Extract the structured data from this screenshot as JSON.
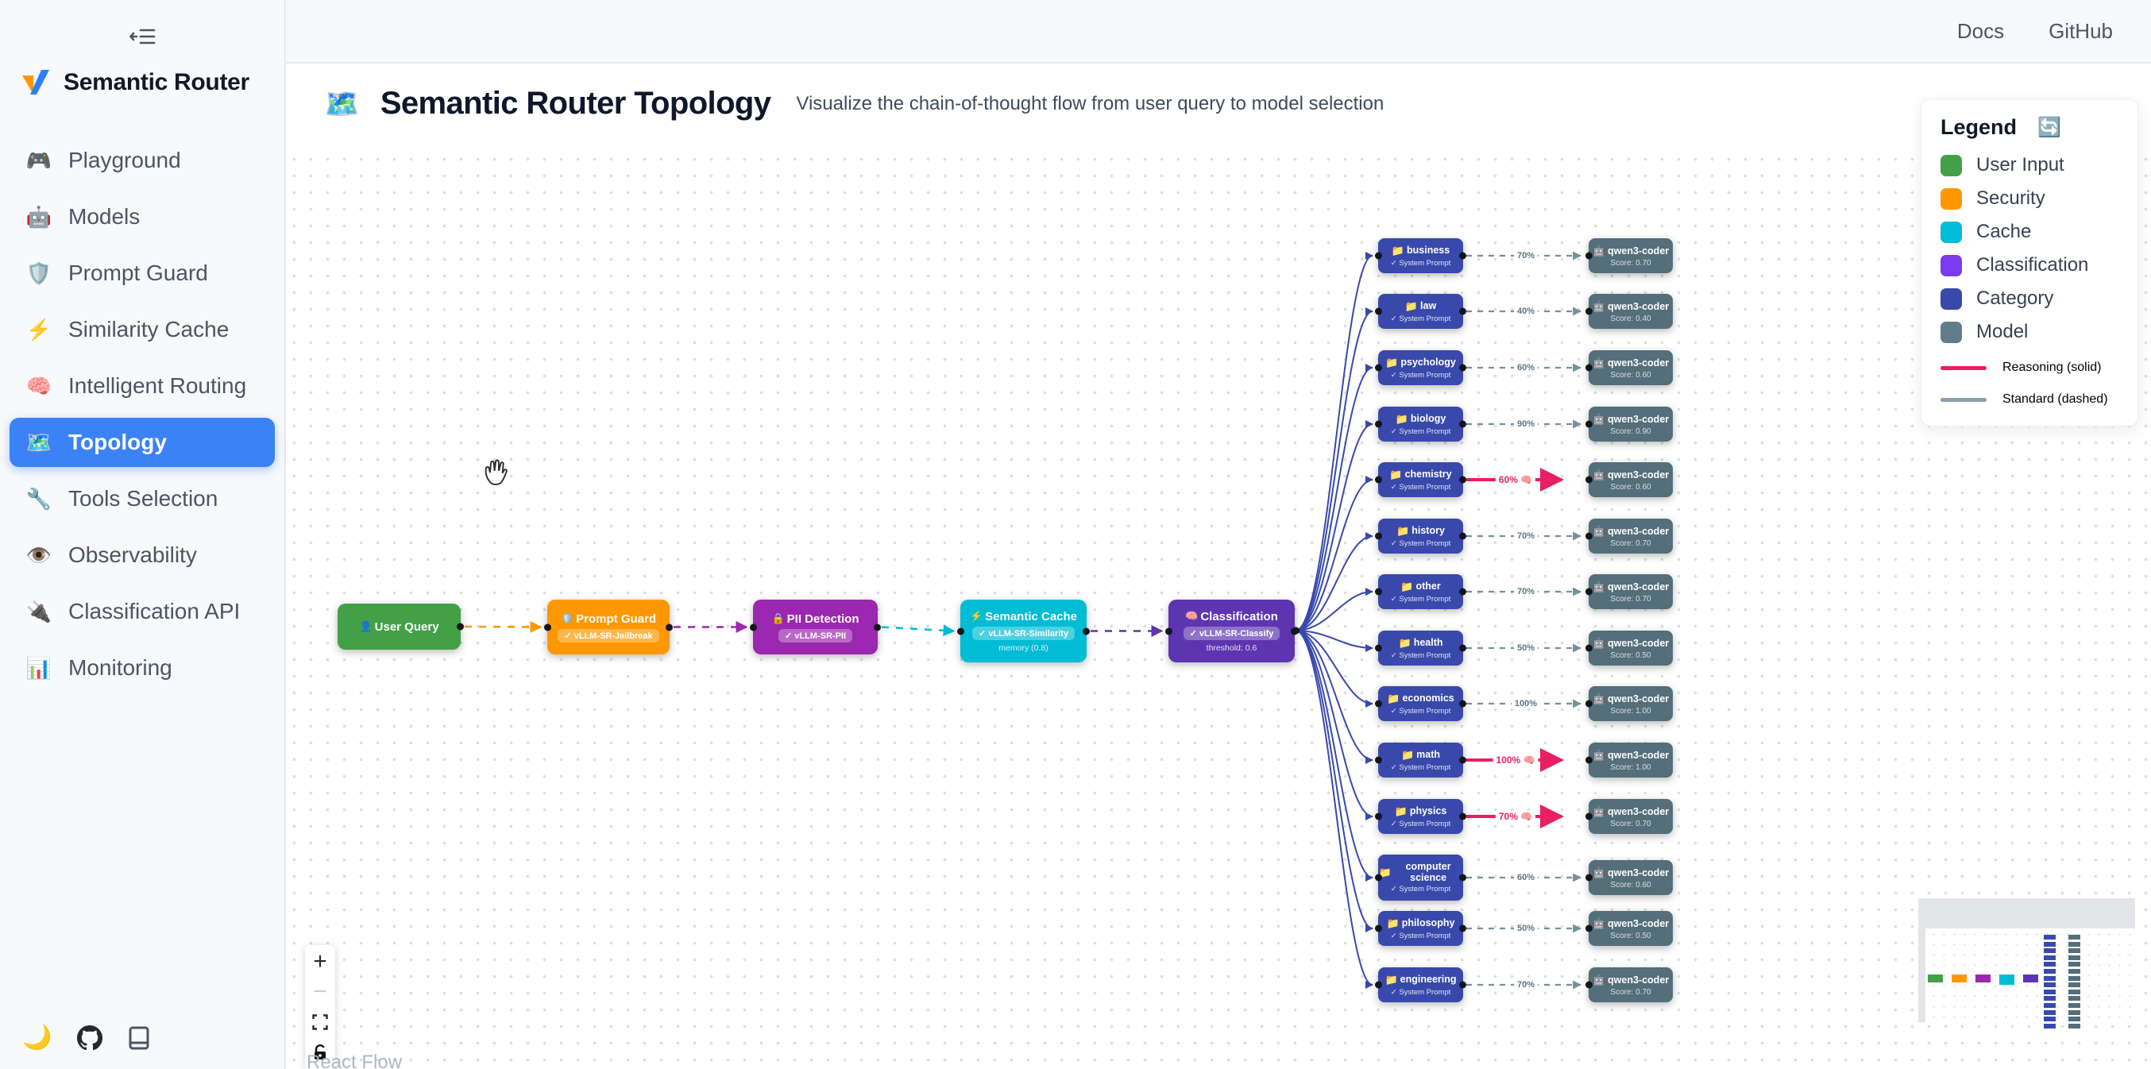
{
  "app": {
    "name": "Semantic Router"
  },
  "header": {
    "links": [
      "Docs",
      "GitHub"
    ]
  },
  "sidebar": {
    "items": [
      {
        "icon": "🎮",
        "label": "Playground",
        "active": false
      },
      {
        "icon": "🤖",
        "label": "Models",
        "active": false
      },
      {
        "icon": "🛡️",
        "label": "Prompt Guard",
        "active": false
      },
      {
        "icon": "⚡",
        "label": "Similarity Cache",
        "active": false
      },
      {
        "icon": "🧠",
        "label": "Intelligent Routing",
        "active": false
      },
      {
        "icon": "🗺️",
        "label": "Topology",
        "active": true
      },
      {
        "icon": "🔧",
        "label": "Tools Selection",
        "active": false
      },
      {
        "icon": "👁️",
        "label": "Observability",
        "active": false
      },
      {
        "icon": "🔌",
        "label": "Classification API",
        "active": false
      },
      {
        "icon": "📊",
        "label": "Monitoring",
        "active": false
      }
    ],
    "footer_icons": [
      {
        "name": "dark-mode-toggle",
        "glyph": "🌙"
      },
      {
        "name": "github-link",
        "glyph": "github"
      },
      {
        "name": "docs-book-link",
        "glyph": "book"
      }
    ]
  },
  "page": {
    "icon": "🗺️",
    "title": "Semantic Router Topology",
    "subtitle": "Visualize the chain-of-thought flow from user query to model selection"
  },
  "legend": {
    "title": "Legend",
    "refresh_icon": "🔄",
    "items": [
      {
        "label": "User Input",
        "color": "#43a047"
      },
      {
        "label": "Security",
        "color": "#ff9800"
      },
      {
        "label": "Cache",
        "color": "#00bcd4"
      },
      {
        "label": "Classification",
        "color": "#7c3aed"
      },
      {
        "label": "Category",
        "color": "#3949ab"
      },
      {
        "label": "Model",
        "color": "#607d8b"
      }
    ],
    "lines": [
      {
        "label": "Reasoning (solid)",
        "color": "#e91e63"
      },
      {
        "label": "Standard (dashed)",
        "color": "#8aa0aa"
      }
    ]
  },
  "flow": {
    "pipeline": [
      {
        "id": "user-query",
        "icon": "👤",
        "label": "User Query",
        "color": "#43a047",
        "badge": null,
        "sub": null
      },
      {
        "id": "prompt-guard",
        "icon": "🛡️",
        "label": "Prompt Guard",
        "color": "#ff9800",
        "badge": "✓ vLLM-SR-Jailbreak",
        "sub": null
      },
      {
        "id": "pii-detection",
        "icon": "🔒",
        "label": "PII Detection",
        "color": "#9c27b0",
        "badge": "✓ vLLM-SR-PII",
        "sub": null
      },
      {
        "id": "semantic-cache",
        "icon": "⚡",
        "label": "Semantic Cache",
        "color": "#00bcd4",
        "badge": "✓ vLLM-SR-Similarity",
        "sub": "memory (0.8)"
      },
      {
        "id": "classification",
        "icon": "🧠",
        "label": "Classification",
        "color": "#5e35b1",
        "badge": "✓ vLLM-SR-Classify",
        "sub": "threshold: 0.6"
      }
    ],
    "pipeline_edge_colors": [
      "#ff9800",
      "#9c27b0",
      "#00bcd4",
      "#5e35b1"
    ],
    "category_icon": "📁",
    "category_sub": "✓ System Prompt",
    "category_color": "#3949ab",
    "model_icon": "🤖",
    "model_name": "qwen3-coder",
    "model_color": "#546e7a",
    "reasoning_icon": "🧠",
    "reasoning_color": "#e91e63",
    "standard_edge_color": "#78909c",
    "fan_edge_color": "#3949ab",
    "categories": [
      {
        "name": "business",
        "probability": "70%",
        "reasoning": false,
        "score": "Score: 0.70"
      },
      {
        "name": "law",
        "probability": "40%",
        "reasoning": false,
        "score": "Score: 0.40"
      },
      {
        "name": "psychology",
        "probability": "60%",
        "reasoning": false,
        "score": "Score: 0.60"
      },
      {
        "name": "biology",
        "probability": "90%",
        "reasoning": false,
        "score": "Score: 0.90"
      },
      {
        "name": "chemistry",
        "probability": "60%",
        "reasoning": true,
        "score": "Score: 0.60"
      },
      {
        "name": "history",
        "probability": "70%",
        "reasoning": false,
        "score": "Score: 0.70"
      },
      {
        "name": "other",
        "probability": "70%",
        "reasoning": false,
        "score": "Score: 0.70"
      },
      {
        "name": "health",
        "probability": "50%",
        "reasoning": false,
        "score": "Score: 0.50"
      },
      {
        "name": "economics",
        "probability": "100%",
        "reasoning": false,
        "score": "Score: 1.00"
      },
      {
        "name": "math",
        "probability": "100%",
        "reasoning": true,
        "score": "Score: 1.00"
      },
      {
        "name": "physics",
        "probability": "70%",
        "reasoning": true,
        "score": "Score: 0.70"
      },
      {
        "name": "computer science",
        "probability": "60%",
        "reasoning": false,
        "score": "Score: 0.60"
      },
      {
        "name": "philosophy",
        "probability": "50%",
        "reasoning": false,
        "score": "Score: 0.50"
      },
      {
        "name": "engineering",
        "probability": "70%",
        "reasoning": false,
        "score": "Score: 0.70"
      }
    ],
    "attribution": "React Flow"
  },
  "controls": [
    {
      "name": "zoom-in",
      "glyph": "+"
    },
    {
      "name": "zoom-out",
      "glyph": "−"
    },
    {
      "name": "fit-view",
      "glyph": "fit"
    },
    {
      "name": "lock",
      "glyph": "lock"
    }
  ]
}
